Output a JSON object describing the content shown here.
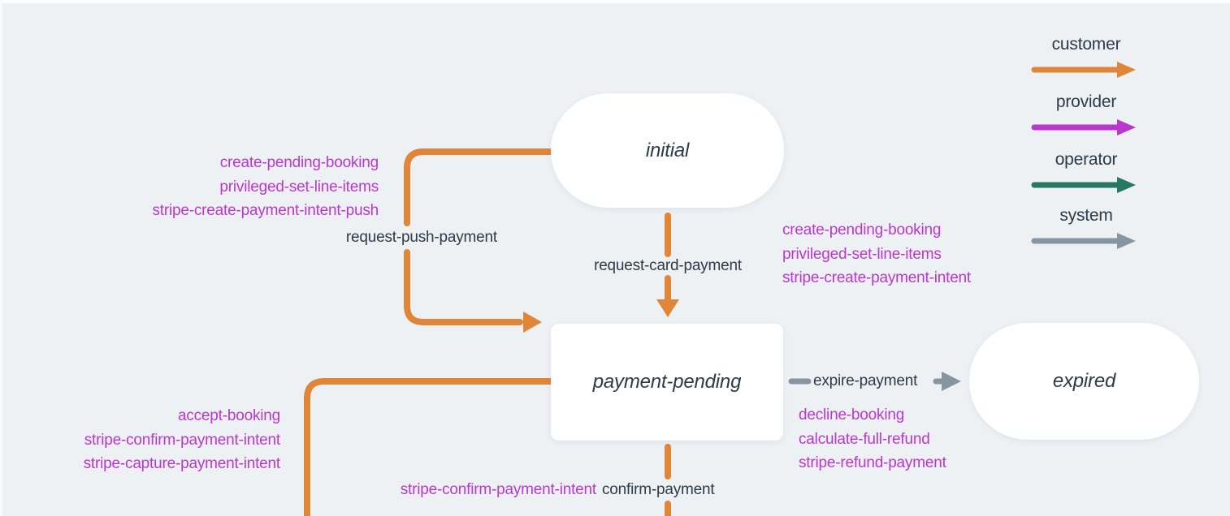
{
  "colors": {
    "background": "#edf1f4",
    "node_fill": "#ffffff",
    "text_dark": "#2c3b49",
    "action_text": "#ba37cf",
    "customer": "#e08638",
    "provider": "#ba37cf",
    "operator": "#267763",
    "system": "#8795a1"
  },
  "legend": {
    "items": [
      {
        "role": "customer",
        "label": "customer"
      },
      {
        "role": "provider",
        "label": "provider"
      },
      {
        "role": "operator",
        "label": "operator"
      },
      {
        "role": "system",
        "label": "system"
      }
    ]
  },
  "states": [
    {
      "id": "initial",
      "label": "initial"
    },
    {
      "id": "payment-pending",
      "label": "payment-pending"
    },
    {
      "id": "expired",
      "label": "expired"
    }
  ],
  "transitions": {
    "request_push_payment": {
      "label": "request-push-payment",
      "actions": [
        "create-pending-booking",
        "privileged-set-line-items",
        "stripe-create-payment-intent-push"
      ]
    },
    "request_card_payment": {
      "label": "request-card-payment",
      "actions": [
        "create-pending-booking",
        "privileged-set-line-items",
        "stripe-create-payment-intent"
      ]
    },
    "expire_payment": {
      "label": "expire-payment",
      "actions": [
        "decline-booking",
        "calculate-full-refund",
        "stripe-refund-payment"
      ]
    },
    "confirm_payment": {
      "label": "confirm-payment",
      "actions": [
        "stripe-confirm-payment-intent"
      ]
    },
    "accept": {
      "actions": [
        "accept-booking",
        "stripe-confirm-payment-intent",
        "stripe-capture-payment-intent"
      ]
    }
  }
}
